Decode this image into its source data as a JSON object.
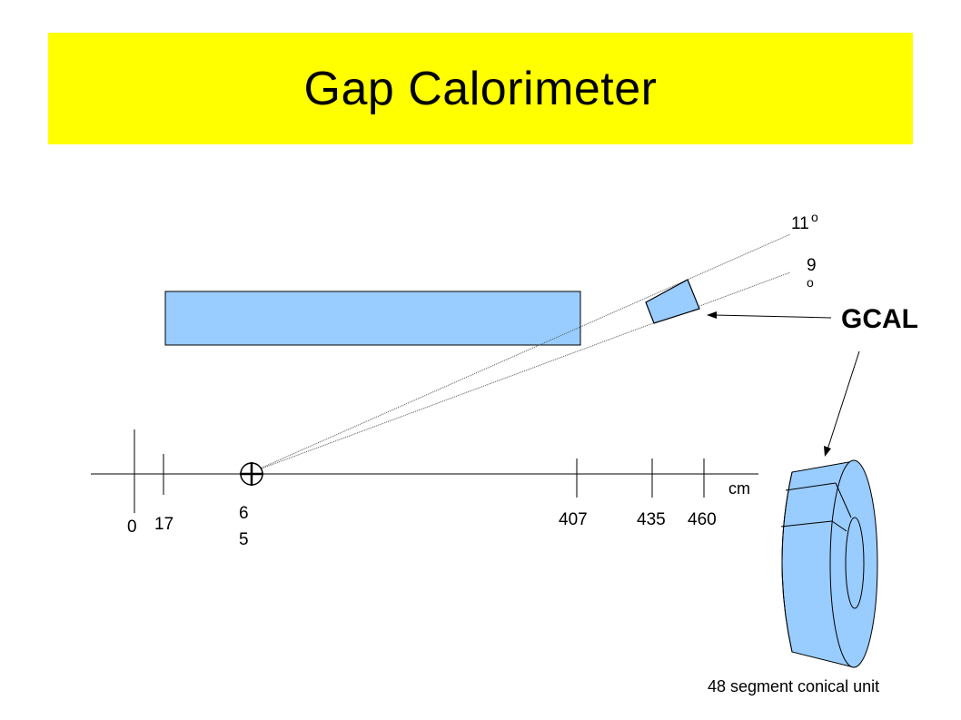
{
  "title": "Gap Calorimeter",
  "labels": {
    "angle_11_num": "11",
    "angle_11_deg": "o",
    "angle_9_num": "9",
    "angle_9_deg": "o",
    "gcal": "GCAL",
    "unit": "cm",
    "caption": "48 segment conical unit"
  },
  "axis_ticks": [
    {
      "id": "0",
      "lines": [
        "0"
      ]
    },
    {
      "id": "17",
      "lines": [
        "17"
      ]
    },
    {
      "id": "65",
      "lines": [
        "6",
        "5"
      ]
    },
    {
      "id": "407",
      "lines": [
        "407"
      ]
    },
    {
      "id": "435",
      "lines": [
        "435"
      ]
    },
    {
      "id": "460",
      "lines": [
        "460"
      ]
    }
  ],
  "colors": {
    "banner": "#ffff00",
    "detector_fill": "#99ccff",
    "line": "#000000"
  }
}
